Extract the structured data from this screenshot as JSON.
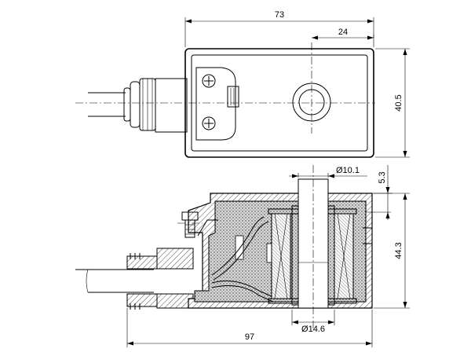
{
  "dimensions": {
    "top_width": "73",
    "top_offset": "24",
    "top_height": "40.5",
    "bore_dia": "Ø10.1",
    "top_gap": "5.3",
    "side_height": "44.3",
    "bottom_dia": "Ø14.6",
    "total_length": "97"
  }
}
